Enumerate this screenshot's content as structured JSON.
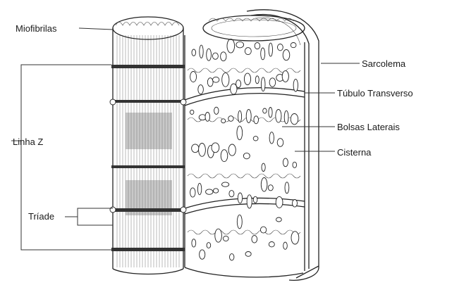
{
  "labels": {
    "miofibrilas": "Miofibrilas",
    "linha_z": "Linha Z",
    "triade": "Tríade",
    "sarcolema": "Sarcolema",
    "tubulo_transverso": "Túbulo Transverso",
    "bolsas_laterais": "Bolsas Laterais",
    "cisterna": "Cisterna"
  }
}
